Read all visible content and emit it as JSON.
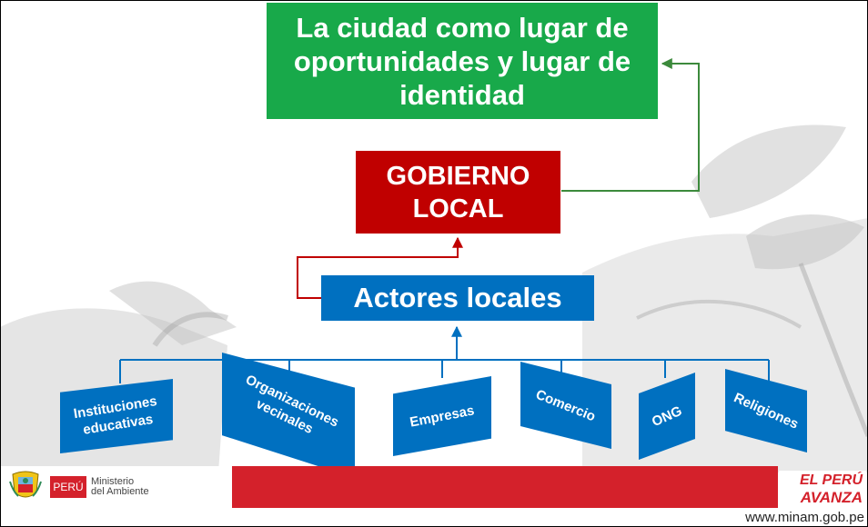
{
  "diagram": {
    "top_box": "La ciudad como lugar de oportunidades y lugar de identidad",
    "gobierno_line1": "GOBIERNO",
    "gobierno_line2": "LOCAL",
    "actores": "Actores locales",
    "children": {
      "instituciones": [
        "Instituciones",
        "educativas"
      ],
      "organizaciones": [
        "Organizaciones",
        "vecinales"
      ],
      "empresas": "Empresas",
      "comercio": "Comercio",
      "ong": "ONG",
      "religiones": "Religiones"
    },
    "colors": {
      "green": "#18a94a",
      "red": "#c00000",
      "blue": "#0070c0"
    }
  },
  "footer": {
    "peru": "PERÚ",
    "ministerio_line1": "Ministerio",
    "ministerio_line2": "del Ambiente",
    "slogan_line1": "EL PERÚ",
    "slogan_line2": "AVANZA",
    "url": "www.minam.gob.pe"
  }
}
